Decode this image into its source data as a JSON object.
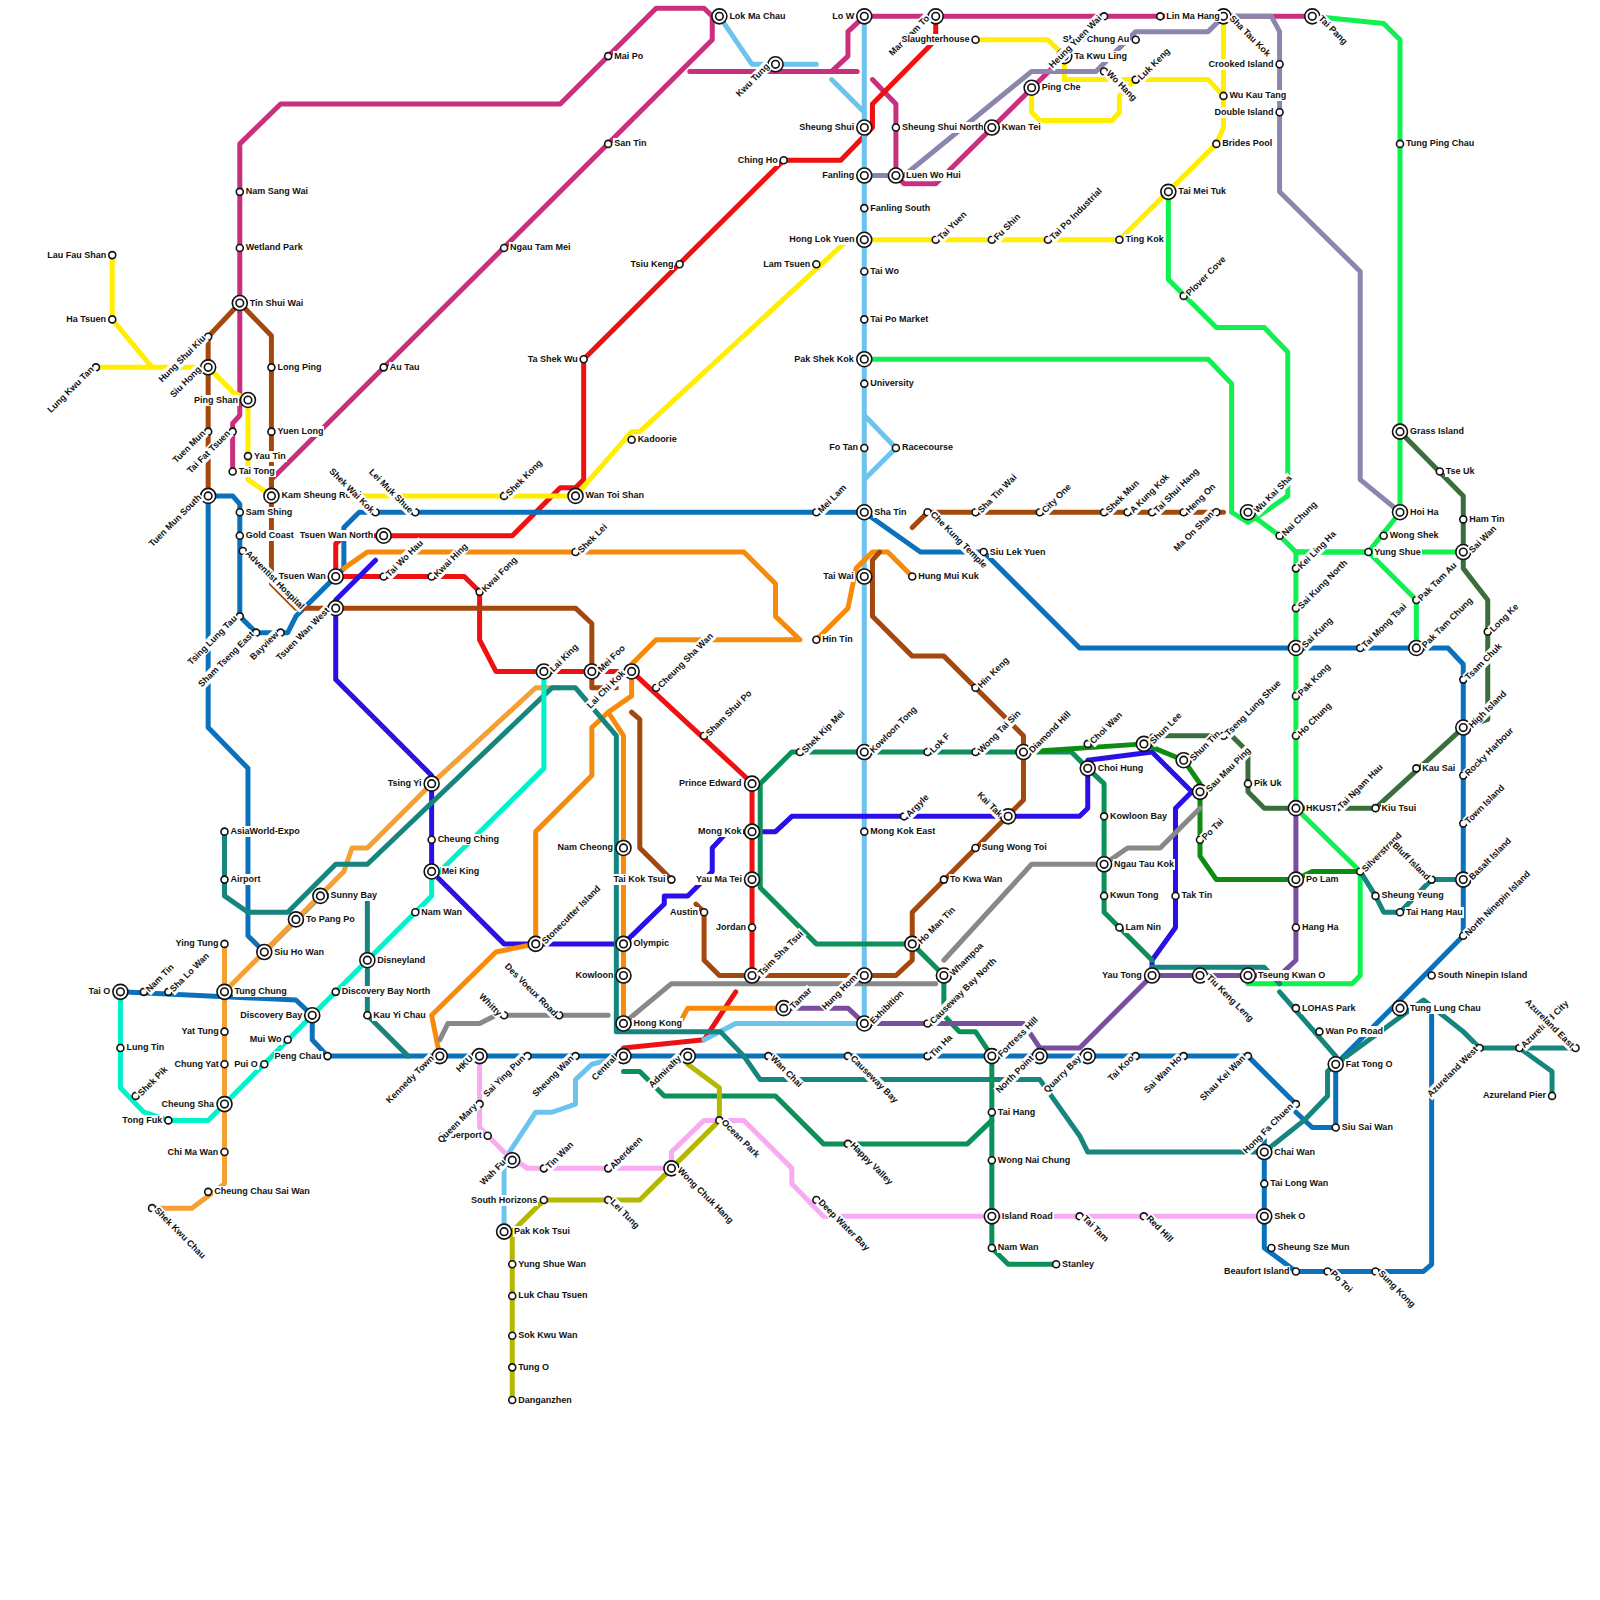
{
  "diagram": {
    "labels": [
      "Lau Fau Shan",
      "Ha Tsuen",
      "Lung Kwu Tan",
      "Hung Shui Kiu",
      "Siu Hong",
      "Ping Shan",
      "Tai Fat Tsuen",
      "Yau Tin",
      "Tai Tong",
      "Tin Shui Wai",
      "Nam Sang Wai",
      "Wetland Park",
      "Long Ping",
      "Yuen Long",
      "Kam Sheung Road",
      "Tuen Mun",
      "Tuen Mun South",
      "Sam Shing",
      "Gold Coast",
      "Adventist Hospital",
      "Tsing Lung Tau",
      "Sham Tseng East",
      "Bayview",
      "Siu Ho Wan",
      "Sunny Bay",
      "To Pang Po",
      "Mai Po",
      "San Tin",
      "Ngau Tam Mei",
      "Au Tau",
      "Lok Ma Chau",
      "Kwu Tung",
      "Lo W",
      "Man Kam To",
      "Sheung Shui",
      "Sheung Shui North",
      "Ching Ho",
      "Fanling",
      "Luen Wo Hui",
      "Fanling South",
      "Hong Lok Yuen",
      "Lam Tsuen",
      "Tai Wo",
      "Tai Po Market",
      "Pak Shek Kok",
      "University",
      "Fo Tan",
      "Racecourse",
      "Sha Tin",
      "Mei Lam",
      "Tai Wai",
      "Hung Mui Kuk",
      "Hin Tin",
      "Kowloon Tong",
      "Shek Kip Mei",
      "Lok F",
      "Wong Tai Sin",
      "Diamond Hill",
      "Choi Wan",
      "Shun Lee",
      "Shun Tin",
      "Tseng Lung Shue",
      "Sau Mau Ping",
      "Po Tai",
      "Choi Hung",
      "Kowloon Bay",
      "Ngau Tau Kok",
      "Kwun Tong",
      "Lam Nin",
      "Yau Tong",
      "Tak Tin",
      "Tiu Keng Leng",
      "Tseung Kwan O",
      "LOHAS Park",
      "Wan Po Road",
      "Fat Tong O",
      "Siu Sai Wan",
      "Chai Wan",
      "Hong Fa Chuen",
      "Tai Long Wan",
      "Shek O",
      "Sheung Sze Mun",
      "Beaufort Island",
      "Po Toi",
      "Sung Kong",
      "Argyle",
      "Mong Kok East",
      "Kai Tak",
      "Sung Wong Toi",
      "To Kwa Wan",
      "Ho Man Tin",
      "Whampoa",
      "Hung Hom",
      "Exhibition",
      "Causeway Bay North",
      "Tin Ha",
      "Fortress Hill",
      "North Point",
      "Quarry Bay",
      "Tai Koo",
      "Sai Wan Ho",
      "Shau Kei Wan",
      "Causeway Bay",
      "Wan Chai",
      "Tai Hang",
      "Wong Nai Chung",
      "Island Road",
      "Nam Wan",
      "Stanley",
      "Happy Valley",
      "Tai Tam",
      "Red Hill",
      "Deep Water Bay",
      "Ocean Park",
      "Wong Chuk Hang",
      "Aberdeen",
      "Lei Tung",
      "South Horizons",
      "Tin Wan",
      "Wah Fu",
      "Cyberport",
      "Queen Mary",
      "Pak Kok Tsui",
      "Yung Shue Wan",
      "Luk Chau Tsuen",
      "Sok Kwu Wan",
      "Tung O",
      "Danganzhen",
      "Central",
      "Admiralty",
      "Sheung Wan",
      "Sai Ying Pun",
      "HKU",
      "Kennedy Town",
      "Hong Kong",
      "Kowloon",
      "Olympic",
      "Nam Cheong",
      "Tai Kok Tsui",
      "Austin",
      "Jordan",
      "Tsim Sha Tsui",
      "Tamar",
      "Yau Ma Tei",
      "Mong Kok",
      "Prince Edward",
      "Sham Shui Po",
      "Cheung Sha Wan",
      "Lai Chi Kok",
      "Mei Foo",
      "Lai King",
      "Kwai Fong",
      "Kwai Hing",
      "Tai Wo Hau",
      "Tsuen Wan",
      "Tsuen Wan West",
      "Tsuen Wan North",
      "Shek Wai Kok",
      "Lei Muk Shue",
      "Shek Kong",
      "Kadoorie",
      "Wan Toi Shan",
      "Tsiu Keng",
      "Ta Shek Wu",
      "Shek Lei",
      "Tsing Yi",
      "Cheung Ching",
      "Mei King",
      "Nam Wan",
      "Stonecutter Island",
      "Whitty",
      "Des Voeux Road",
      "Disneyland",
      "Discovery Bay North",
      "Kau Yi Chau",
      "Discovery Bay",
      "Mui Wo",
      "Pui O",
      "Peng Chau",
      "Airport",
      "AsiaWorld-Expo",
      "Tung Chung",
      "Ying Tung",
      "Yat Tung",
      "Chung Yat",
      "Cheung Sha",
      "Chi Ma Wan",
      "Cheung Chau Sai Wan",
      "Shek Kwu Chau",
      "Tai O",
      "Nam Tin",
      "Sha Lo Wan",
      "Lung Tin",
      "Shek Pik",
      "Tong Fuk",
      "Slaughterhouse",
      "Ta Kwu Ling",
      "Shek Chung Au",
      "Lin Ma Hang",
      "Heung Yuen Wai",
      "Sha Tau Kok",
      "Tai Pang",
      "Ping Che",
      "Kwan Tei",
      "Wo Hang",
      "Luk Keng",
      "Crooked Island",
      "Wu Kau Tang",
      "Double Island",
      "Brides Pool",
      "Tai Mei Tuk",
      "Tai Yuen",
      "Fu Shin",
      "Tai Po Industrial",
      "Ting Kok",
      "Plover Cove",
      "Tung Ping Chau",
      "Grass Island",
      "Tse Uk",
      "Ham Tin",
      "Hoi Ha",
      "Wong Shek",
      "Yung Shue",
      "Sai Wan",
      "Pak Tam Au",
      "Long Ke",
      "Pak Tam Chung",
      "Tai Mong Tsai",
      "Tsam Chuk",
      "High Island",
      "Rocky Harbour",
      "Kau Sai",
      "Town Island",
      "Basalt Island",
      "North Ninepin Island",
      "South Ninepin Island",
      "Tung Lung Chau",
      "Azureland West",
      "Azureland City",
      "Azureland East",
      "Azureland Pier",
      "Wu Kai Sha",
      "Ma On Shan",
      "Heng On",
      "Tai Shui Hang",
      "A Kung Kok",
      "Shek Mun",
      "City One",
      "Sha Tin Wai",
      "Che Kung Temple",
      "Siu Lek Yuen",
      "Nai Chung",
      "Kei Ling Ha",
      "Sai Kung North",
      "Sai Kung",
      "Pak Kong",
      "Ho Chung",
      "HKUST",
      "Tai Ngam Hau",
      "Kiu Tsui",
      "Pik Uk",
      "Po Lam",
      "Hang Ha",
      "Silverstrand",
      "Sheung Yeung",
      "Tai Hang Hau",
      "Bluff Island",
      "Hin Keng"
    ]
  }
}
